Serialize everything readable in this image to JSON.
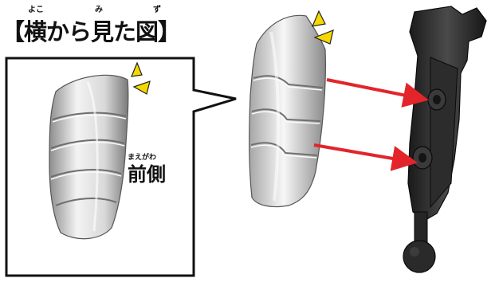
{
  "title": {
    "text": "【横から見た図】",
    "furigana_yoko": "よこ",
    "furigana_mi": "み",
    "furigana_zu": "ず"
  },
  "side_label": {
    "text": "前側",
    "furigana": "まえがわ"
  },
  "colors": {
    "frame": "#111111",
    "accent_sparkle": "#f5d800",
    "arrow": "#e3242b",
    "armor_light": "#f2f2f2",
    "armor_shadow": "#9a9a9a",
    "frame_part": "#2a2a2a"
  }
}
